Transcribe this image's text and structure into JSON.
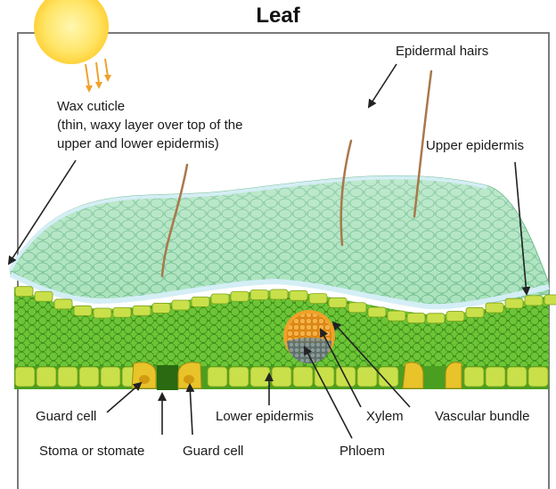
{
  "title": "Leaf",
  "labels": {
    "wax_cuticle_1": "Wax cuticle",
    "wax_cuticle_2": "(thin, waxy layer over top of the",
    "wax_cuticle_3": "upper and lower epidermis)",
    "epidermal_hairs": "Epidermal hairs",
    "upper_epidermis": "Upper epidermis",
    "guard_cell_left": "Guard cell",
    "stoma": "Stoma or stomate",
    "guard_cell_right": "Guard cell",
    "lower_epidermis": "Lower epidermis",
    "xylem": "Xylem",
    "phloem": "Phloem",
    "vascular_bundle": "Vascular bundle"
  },
  "colors": {
    "upper_surface": "#8fd4a8",
    "mesophyll": "#5cb82e",
    "epidermis_cell": "#c9e04a",
    "xylem": "#f0a12a",
    "phloem": "#7a8a86",
    "sun": "#ffe566",
    "hair": "#a8784a"
  }
}
